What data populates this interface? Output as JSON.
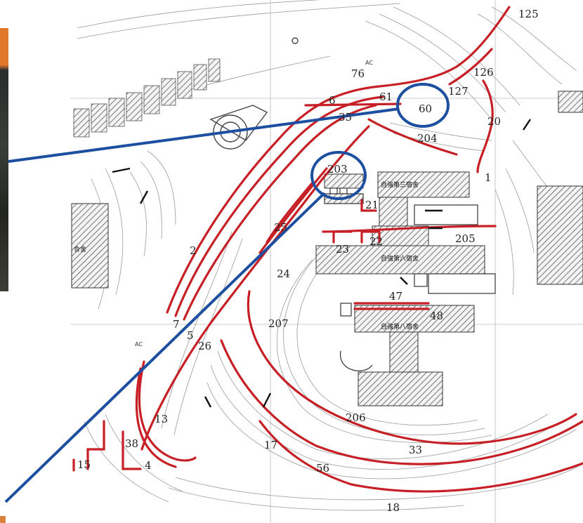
{
  "map": {
    "colors": {
      "route": "#c62026",
      "contour": "#9a9a9a",
      "callout": "#1c4fa0",
      "hatch": "#555555"
    },
    "labels": [
      {
        "id": "125",
        "text": "125"
      },
      {
        "id": "126",
        "text": "126"
      },
      {
        "id": "127",
        "text": "127"
      },
      {
        "id": "76",
        "text": "76"
      },
      {
        "id": "61",
        "text": "61"
      },
      {
        "id": "60",
        "text": "60"
      },
      {
        "id": "6",
        "text": "6"
      },
      {
        "id": "35",
        "text": "35"
      },
      {
        "id": "20",
        "text": "20"
      },
      {
        "id": "204",
        "text": "204"
      },
      {
        "id": "203",
        "text": "203"
      },
      {
        "id": "1",
        "text": "1"
      },
      {
        "id": "21",
        "text": "21"
      },
      {
        "id": "25",
        "text": "25"
      },
      {
        "id": "2",
        "text": "2"
      },
      {
        "id": "23",
        "text": "23"
      },
      {
        "id": "22",
        "text": "22"
      },
      {
        "id": "205",
        "text": "205"
      },
      {
        "id": "24",
        "text": "24"
      },
      {
        "id": "47",
        "text": "47"
      },
      {
        "id": "48",
        "text": "48"
      },
      {
        "id": "207",
        "text": "207"
      },
      {
        "id": "7",
        "text": "7"
      },
      {
        "id": "5",
        "text": "5"
      },
      {
        "id": "26",
        "text": "26"
      },
      {
        "id": "206",
        "text": "206"
      },
      {
        "id": "13",
        "text": "13"
      },
      {
        "id": "38",
        "text": "38"
      },
      {
        "id": "15",
        "text": "15"
      },
      {
        "id": "4",
        "text": "4"
      },
      {
        "id": "17",
        "text": "17"
      },
      {
        "id": "33",
        "text": "33"
      },
      {
        "id": "56",
        "text": "56"
      },
      {
        "id": "18",
        "text": "18"
      }
    ],
    "buildings": {
      "dorm3": "自強第三宿舍",
      "dorm6": "自強第六宿舍",
      "dorm8": "自強第八宿舍",
      "west": "合舍"
    },
    "small_marks": {
      "ac1": "AC",
      "ac2": "AC"
    }
  }
}
